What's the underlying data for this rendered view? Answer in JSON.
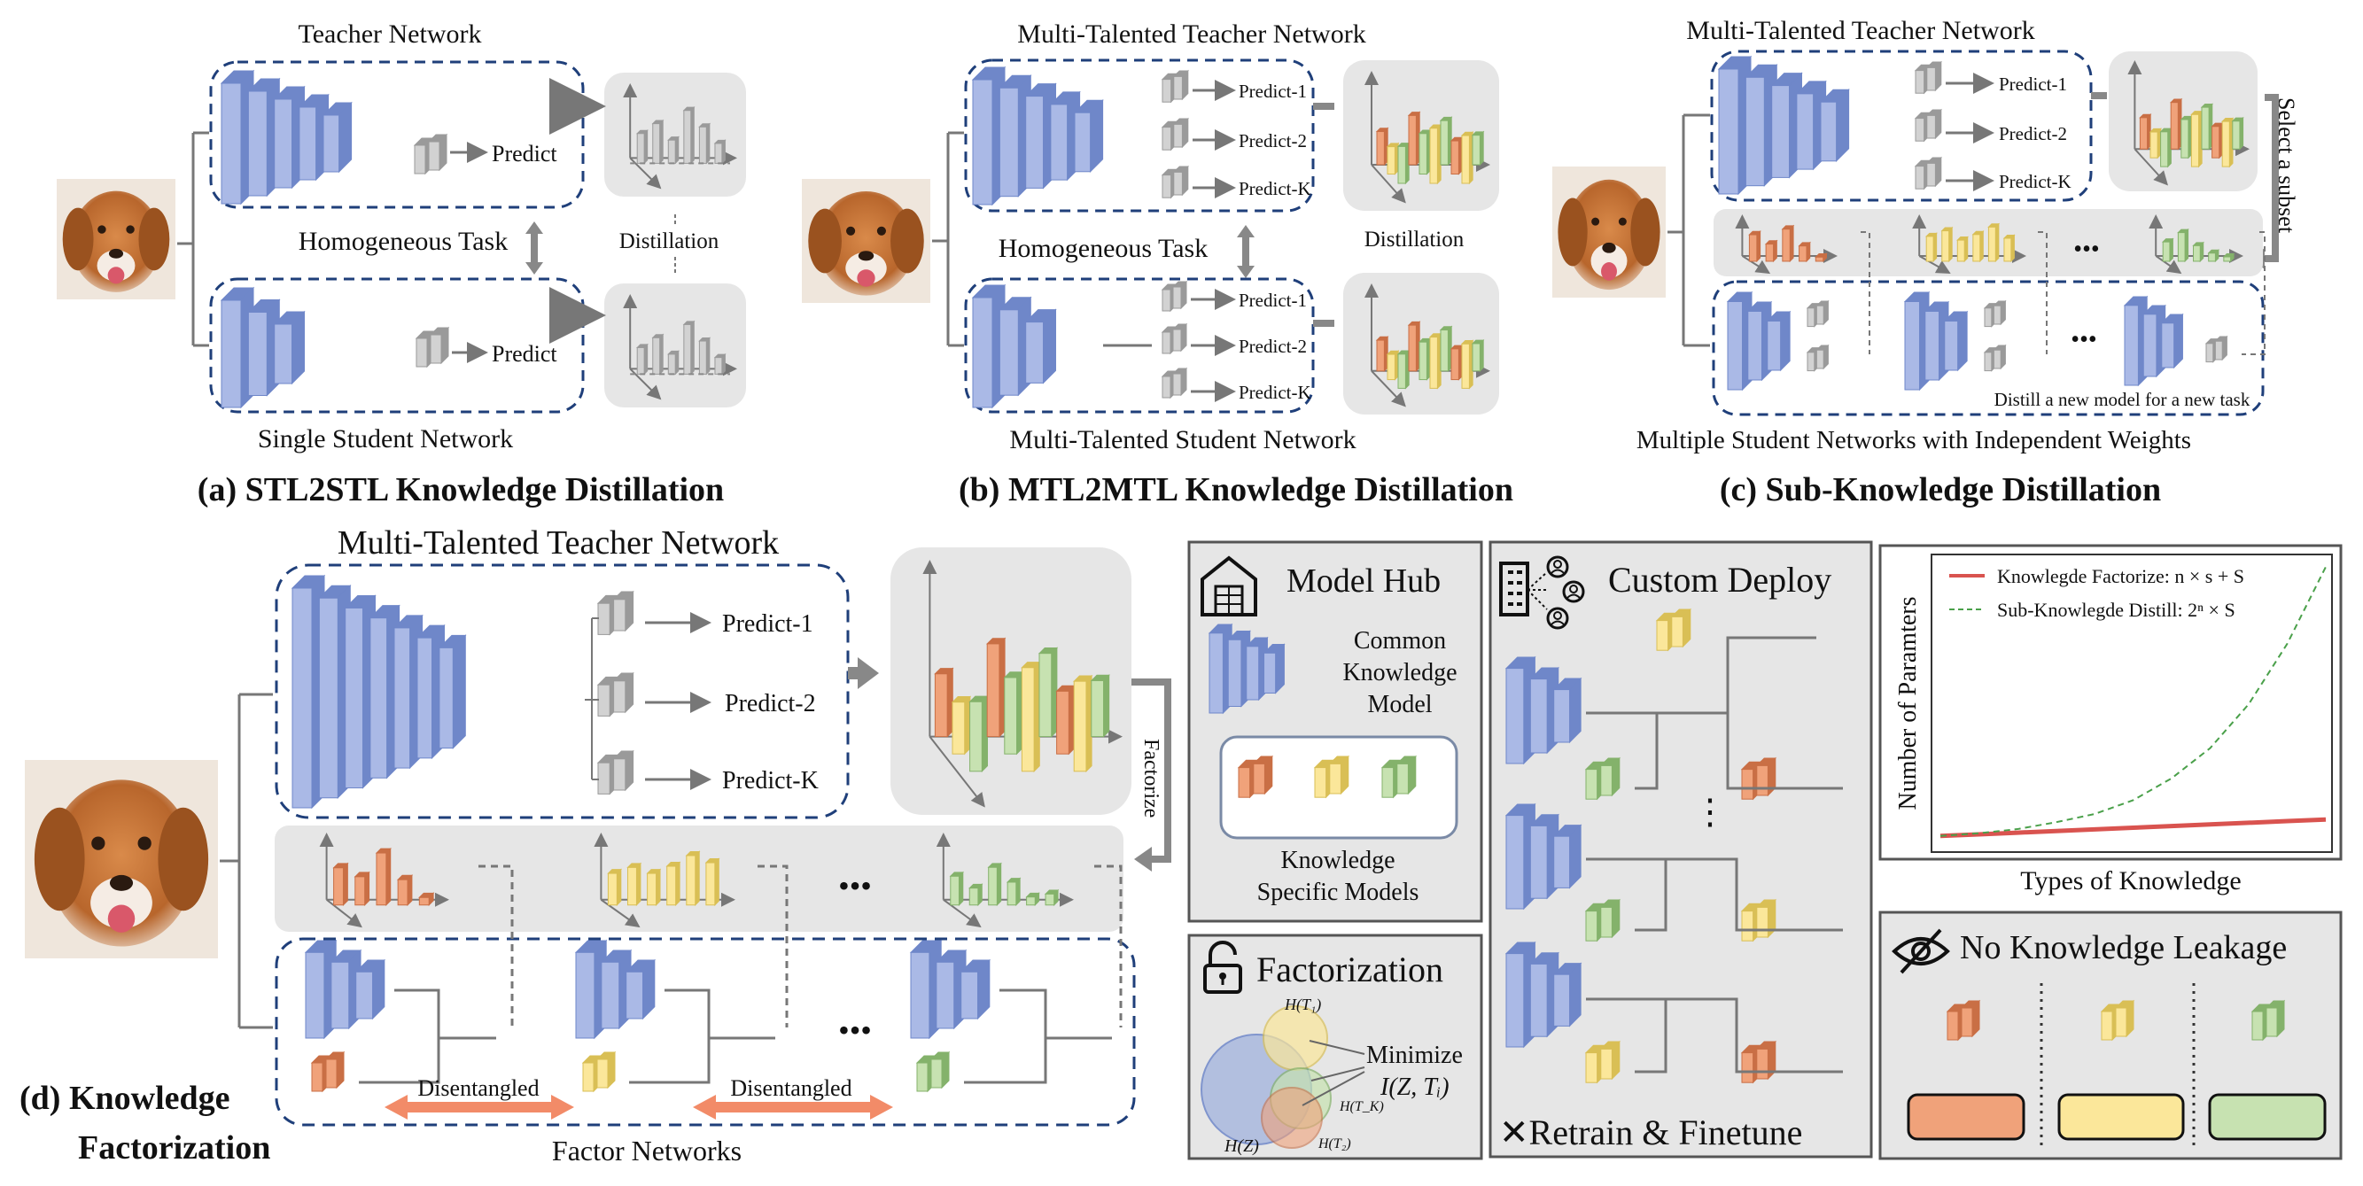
{
  "colors": {
    "blue_front": "#aab9e6",
    "blue_side": "#6f87c9",
    "orange": "#f0a27a",
    "orange_side": "#c96f45",
    "yellow": "#fbe79a",
    "yellow_side": "#d9bf55",
    "green": "#c7e2b1",
    "green_side": "#84b26b",
    "gray": "#d2d2d2",
    "gray_side": "#9a9a9a",
    "dash_blue": "#1f3f7a",
    "panel_gray": "#e6e6e6",
    "arrow_salmon": "#f28b68",
    "red_line": "#d9534f",
    "green_line": "#4aa04a"
  },
  "icons": [
    "dog-photo",
    "warehouse-icon",
    "building-icon",
    "user-icon",
    "padlock-icon",
    "eye-slash-icon"
  ],
  "panel_a": {
    "teacher": "Teacher Network",
    "predict": "Predict",
    "homogeneous": "Homogeneous Task",
    "distillation": "Distillation",
    "student": "Single Student Network",
    "caption": "(a) STL2STL Knowledge Distillation"
  },
  "panel_b": {
    "teacher": "Multi-Talented Teacher Network",
    "predict_1": "Predict-1",
    "predict_2": "Predict-2",
    "predict_k": "Predict-K",
    "homogeneous": "Homogeneous Task",
    "distillation": "Distillation",
    "student": "Multi-Talented Student Network",
    "caption": "(b) MTL2MTL Knowledge Distillation"
  },
  "panel_c": {
    "teacher": "Multi-Talented Teacher Network",
    "predict_1": "Predict-1",
    "predict_2": "Predict-2",
    "predict_k": "Predict-K",
    "select": "Select a subset",
    "ellipsis": "•••",
    "distill_new": "Distill a new model for a new task",
    "students": "Multiple Student Networks with Independent Weights",
    "caption": "(c) Sub-Knowledge Distillation"
  },
  "panel_d": {
    "teacher": "Multi-Talented Teacher Network",
    "predict_1": "Predict-1",
    "predict_2": "Predict-2",
    "predict_k": "Predict-K",
    "factorize": "Factorize",
    "ellipsis": "•••",
    "disentangled": "Disentangled",
    "factor_networks": "Factor Networks",
    "caption_1": "(d) Knowledge",
    "caption_2": "Factorization"
  },
  "model_hub": {
    "title": "Model Hub",
    "common_1": "Common",
    "common_2": "Knowledge",
    "common_3": "Model",
    "specific_1": "Knowledge",
    "specific_2": "Specific Models"
  },
  "factorization": {
    "title": "Factorization",
    "h_t1": "H(T₁)",
    "h_z": "H(Z)",
    "h_tk": "H(T_K)",
    "h_t2": "H(T₂)",
    "minimize": "Minimize",
    "mi": "I(Z, Tᵢ)"
  },
  "custom_deploy": {
    "title": "Custom Deploy",
    "retrain": "✕Retrain & Finetune"
  },
  "leakage": {
    "title": "No Knowledge Leakage"
  },
  "chart": {
    "legend_1": "Knowlegde Factorize: n × s + S",
    "legend_2": "Sub-Knowlegde Distill: 2ⁿ × S",
    "ylabel": "Number of Paramters",
    "xlabel": "Types of Knowledge"
  },
  "chart_data": {
    "type": "line",
    "xlabel": "Types of Knowledge",
    "ylabel": "Number of Paramters",
    "series": [
      {
        "name": "Knowlegde Factorize: n × s + S",
        "values": [
          0.02,
          0.026,
          0.032,
          0.038,
          0.044,
          0.05,
          0.056,
          0.062,
          0.068,
          0.074,
          0.08
        ]
      },
      {
        "name": "Sub-Knowlegde Distill: 2ⁿ × S",
        "values": [
          0.02,
          0.03,
          0.045,
          0.07,
          0.1,
          0.15,
          0.23,
          0.34,
          0.5,
          0.72,
          1.0
        ]
      }
    ],
    "grid": false,
    "legend": "top-left"
  }
}
